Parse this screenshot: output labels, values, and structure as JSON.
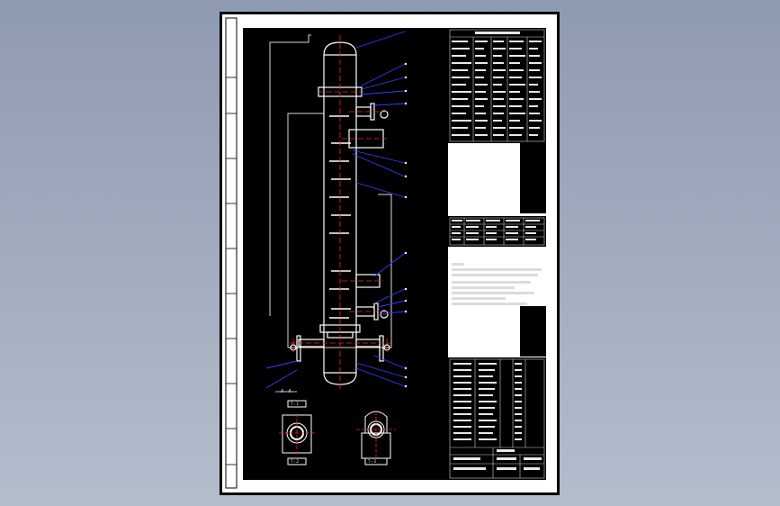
{
  "drawing": {
    "section_label": "A - A",
    "section_view_1": "T - 1",
    "section_view_2": "T - 2",
    "section_view_3": "T - 3",
    "colors": {
      "background": "#000000",
      "vessel": "#ffffff",
      "centerline": "#ff2020",
      "leader": "#3a3aff",
      "desktop": "#9aa5b8"
    }
  }
}
